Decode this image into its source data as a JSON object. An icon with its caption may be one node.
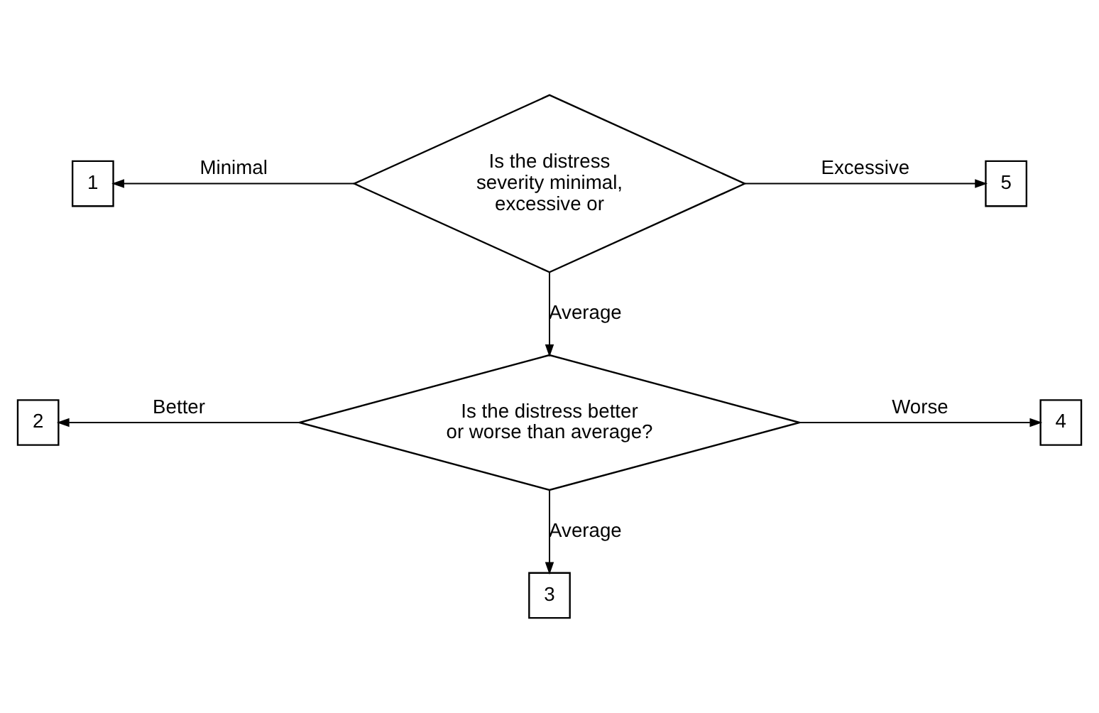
{
  "diagram": {
    "nodes": [
      {
        "text": [
          "Is the distress severity minimal, excessive or"
        ]
      },
      {
        "text": [
          "1"
        ]
      },
      {
        "text": [
          "5"
        ]
      },
      {
        "text": [
          "Is the distress better or worse than average?"
        ]
      },
      {
        "text": [
          "2"
        ]
      },
      {
        "text": [
          "4"
        ]
      },
      {
        "text": [
          "3"
        ]
      }
    ],
    "edges": [
      {
        "from": 0,
        "to": 1,
        "arrow": "to",
        "label": "Minimal"
      },
      {
        "from": 0,
        "to": 2,
        "arrow": "to",
        "label": "Excessive"
      },
      {
        "from": 0,
        "to": 3,
        "arrow": "to",
        "label": "Average"
      },
      {
        "from": 3,
        "to": 4,
        "arrow": "to",
        "label": "Better"
      },
      {
        "from": 3,
        "to": 5,
        "arrow": "to",
        "label": "Worse"
      },
      {
        "from": 3,
        "to": 6,
        "arrow": "to",
        "label": "Average"
      }
    ]
  }
}
